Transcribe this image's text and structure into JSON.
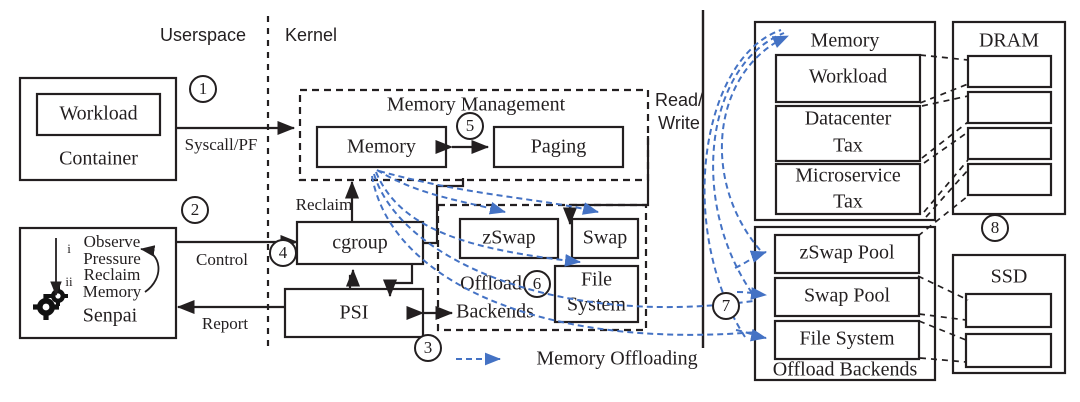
{
  "diagram": {
    "title": "Senpai memory offloading architecture",
    "accent_blue": "#4472C4",
    "ink": "#231F20"
  },
  "zones": {
    "userspace_label": "Userspace",
    "kernel_label": "Kernel"
  },
  "left": {
    "container": {
      "outer_label": "Container",
      "inner_label": "Workload"
    },
    "senpai": {
      "title": "Senpai",
      "step_i_marker": "i",
      "step_i_line1": "Observe",
      "step_i_line2": "Pressure",
      "step_ii_marker": "ii",
      "step_ii_line1": "Reclaim",
      "step_ii_line2": "Memory",
      "icon": "gears-icon"
    },
    "edges": {
      "syscall": "Syscall/PF",
      "control": "Control",
      "report": "Report",
      "reclaim": "Reclaim"
    }
  },
  "kernel": {
    "memory_management": {
      "title": "Memory Management",
      "memory": "Memory",
      "paging": "Paging"
    },
    "cgroup": "cgroup",
    "psi": "PSI",
    "read_write_line1": "Read/",
    "read_write_line2": "Write",
    "offload": {
      "title_line1": "Offload",
      "title_line2": "Backends",
      "zswap": "zSwap",
      "swap": "Swap",
      "filesystem_line1": "File",
      "filesystem_line2": "System"
    }
  },
  "right": {
    "memory_panel": {
      "title": "Memory",
      "rows": [
        {
          "line1": "Workload",
          "line2": ""
        },
        {
          "line1": "Datacenter",
          "line2": "Tax"
        },
        {
          "line1": "Microservice",
          "line2": "Tax"
        }
      ]
    },
    "offload_panel": {
      "title": "Offload Backends",
      "rows": [
        {
          "label": "zSwap Pool"
        },
        {
          "label": "Swap Pool"
        },
        {
          "label": "File System"
        }
      ]
    },
    "dram": {
      "title": "DRAM",
      "slot_count": 4
    },
    "ssd": {
      "title": "SSD",
      "slot_count": 2
    }
  },
  "legend": {
    "arrow_style": "blue-dashed-arrow",
    "label": "Memory  Offloading"
  },
  "step_markers": [
    {
      "id": "1",
      "glyph": "①"
    },
    {
      "id": "2",
      "glyph": "②"
    },
    {
      "id": "3",
      "glyph": "③"
    },
    {
      "id": "4",
      "glyph": "④"
    },
    {
      "id": "5",
      "glyph": "⑤"
    },
    {
      "id": "6",
      "glyph": "⑥"
    },
    {
      "id": "7",
      "glyph": "⑦"
    },
    {
      "id": "8",
      "glyph": "⑧"
    }
  ]
}
